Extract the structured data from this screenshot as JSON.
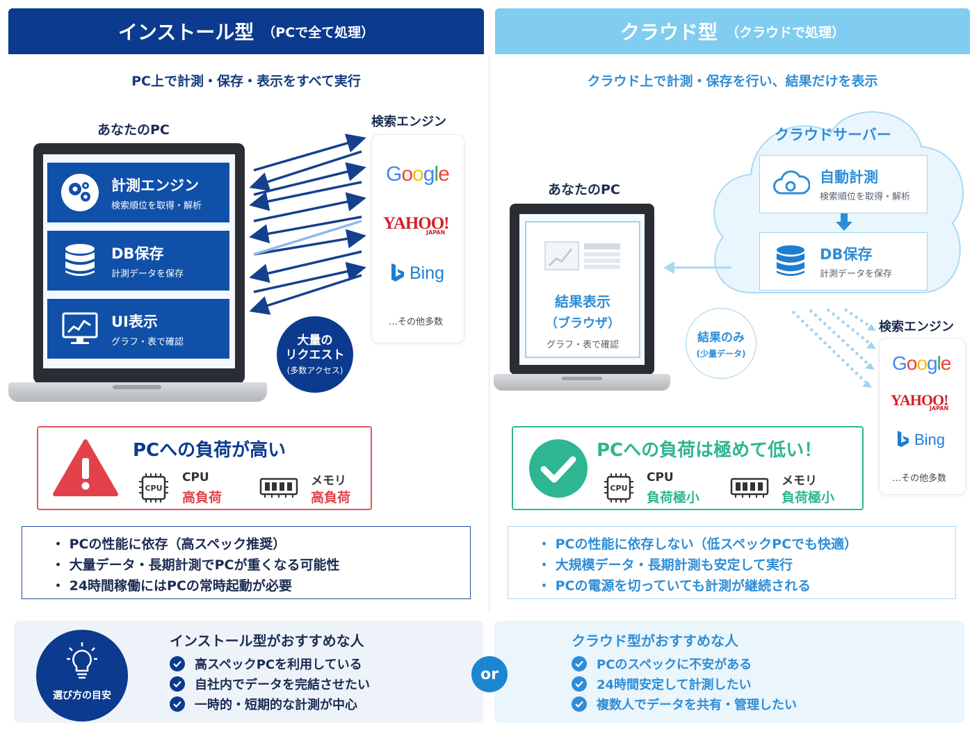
{
  "install": {
    "title": "インストール型",
    "subtitle": "（PCで全て処理）",
    "lead": "PC上で計測・保存・表示をすべて実行",
    "pc_label": "あなたのPC",
    "search_label": "検索エンジン",
    "modules": [
      {
        "title": "計測エンジン",
        "desc": "検索順位を取得・解析",
        "icon": "gears-icon"
      },
      {
        "title": "DB保存",
        "desc": "計測データを保存",
        "icon": "database-icon"
      },
      {
        "title": "UI表示",
        "desc": "グラフ・表で確認",
        "icon": "monitor-chart-icon"
      }
    ],
    "engines": [
      "Google",
      "YAHOO!",
      "JAPAN",
      "Bing",
      "…その他多数"
    ],
    "request_badge": {
      "line1": "大量の",
      "line2": "リクエスト",
      "line3": "(多数アクセス)"
    },
    "load": {
      "title": "PCへの負荷が高い",
      "cpu_label": "CPU",
      "cpu_value": "高負荷",
      "mem_label": "メモリ",
      "mem_value": "高負荷"
    },
    "points": [
      "・ PCの性能に依存（高スペック推奨）",
      "・ 大量データ・長期計測でPCが重くなる可能性",
      "・ 24時間稼働にはPCの常時起動が必要"
    ],
    "recommend_title": "インストール型がおすすめな人",
    "recommend": [
      "高スペックPCを利用している",
      "自社内でデータを完結させたい",
      "一時的・短期的な計測が中心"
    ]
  },
  "cloud": {
    "title": "クラウド型",
    "subtitle": "（クラウドで処理）",
    "lead": "クラウド上で計測・保存を行い、結果だけを表示",
    "server_label": "クラウドサーバー",
    "pc_label": "あなたのPC",
    "search_label": "検索エンジン",
    "server_modules": [
      {
        "title": "自動計測",
        "desc": "検索順位を取得・解析",
        "icon": "cloud-gear-icon"
      },
      {
        "title": "DB保存",
        "desc": "計測データを保存",
        "icon": "database-icon"
      }
    ],
    "result": {
      "title": "結果表示",
      "sub": "（ブラウザ）",
      "desc": "グラフ・表で確認"
    },
    "result_only": {
      "line1": "結果のみ",
      "line2": "(少量データ)"
    },
    "engines": [
      "Google",
      "YAHOO!",
      "JAPAN",
      "Bing",
      "…その他多数"
    ],
    "load": {
      "title": "PCへの負荷は極めて低い！",
      "cpu_label": "CPU",
      "cpu_value": "負荷極小",
      "mem_label": "メモリ",
      "mem_value": "負荷極小"
    },
    "points": [
      "・ PCの性能に依存しない（低スペックPCでも快適）",
      "・ 大規模データ・長期計測も安定して実行",
      "・ PCの電源を切っていても計測が継続される"
    ],
    "recommend_title": "クラウド型がおすすめな人",
    "recommend": [
      "PCのスペックに不安がある",
      "24時間安定して計測したい",
      "複数人でデータを共有・管理したい"
    ]
  },
  "guide_label": "選び方の目安",
  "or_label": "or",
  "cpu_chip_text": "CPU",
  "colors": {
    "navy": "#0b3a8e",
    "sky": "#80cdf0",
    "danger": "#e2565d",
    "success": "#2eb592"
  }
}
